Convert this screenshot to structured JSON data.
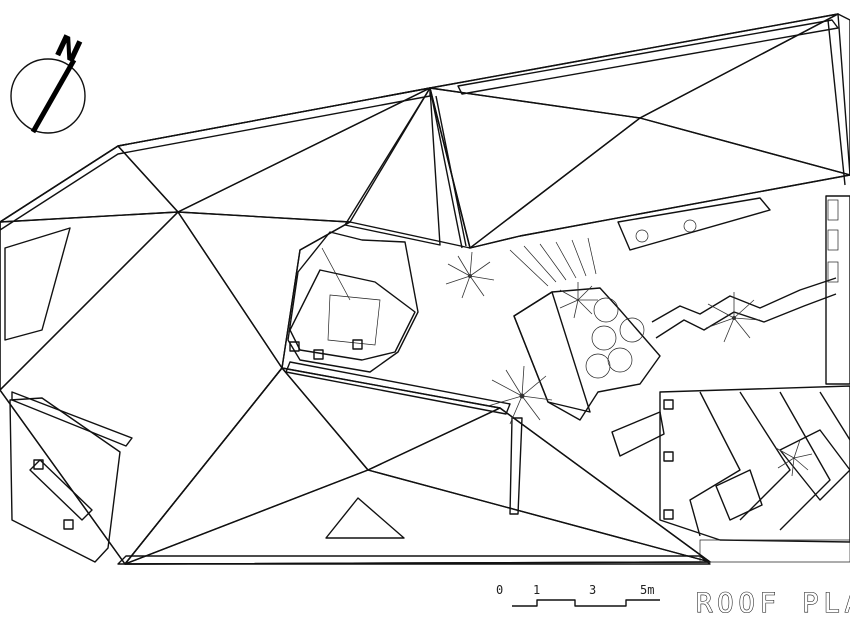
{
  "north_arrow": {
    "letter": "N",
    "icon": "north-arrow-icon"
  },
  "scale_bar": {
    "labels": [
      "0",
      "1",
      "3",
      "5m"
    ]
  },
  "title": "ROOF PLA"
}
